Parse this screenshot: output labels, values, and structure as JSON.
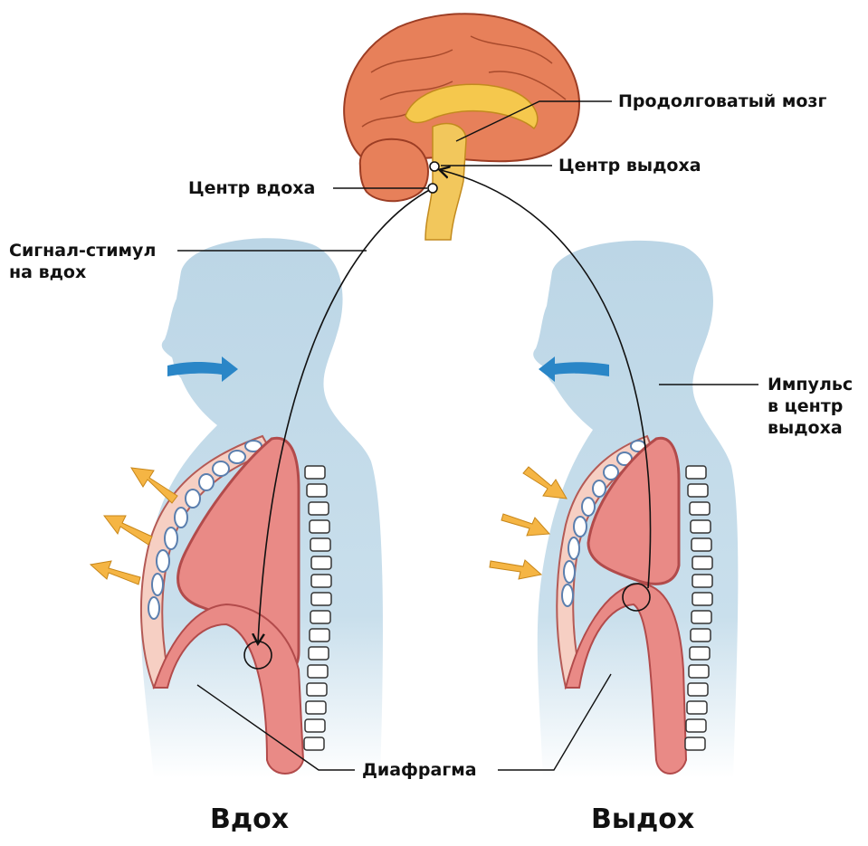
{
  "labels": {
    "medulla": "Продолговатый мозг",
    "exhale_center": "Центр выдоха",
    "inhale_center": "Центр вдоха",
    "inhale_signal": "Сигнал-стимул\nна вдох",
    "exhale_impulse": "Импульс\nв центр\nвыдоха",
    "diaphragm": "Диафрагма"
  },
  "titles": {
    "inhale": "Вдох",
    "exhale": "Выдох"
  },
  "colors": {
    "body": "#bcd6e6",
    "lung": "#e98a86",
    "pleura": "#f7d5c8",
    "arrow_air": "#2a86c7",
    "arrow_chest": "#f5b544",
    "brain": "#e7805a",
    "brainstem": "#f2c75c"
  }
}
